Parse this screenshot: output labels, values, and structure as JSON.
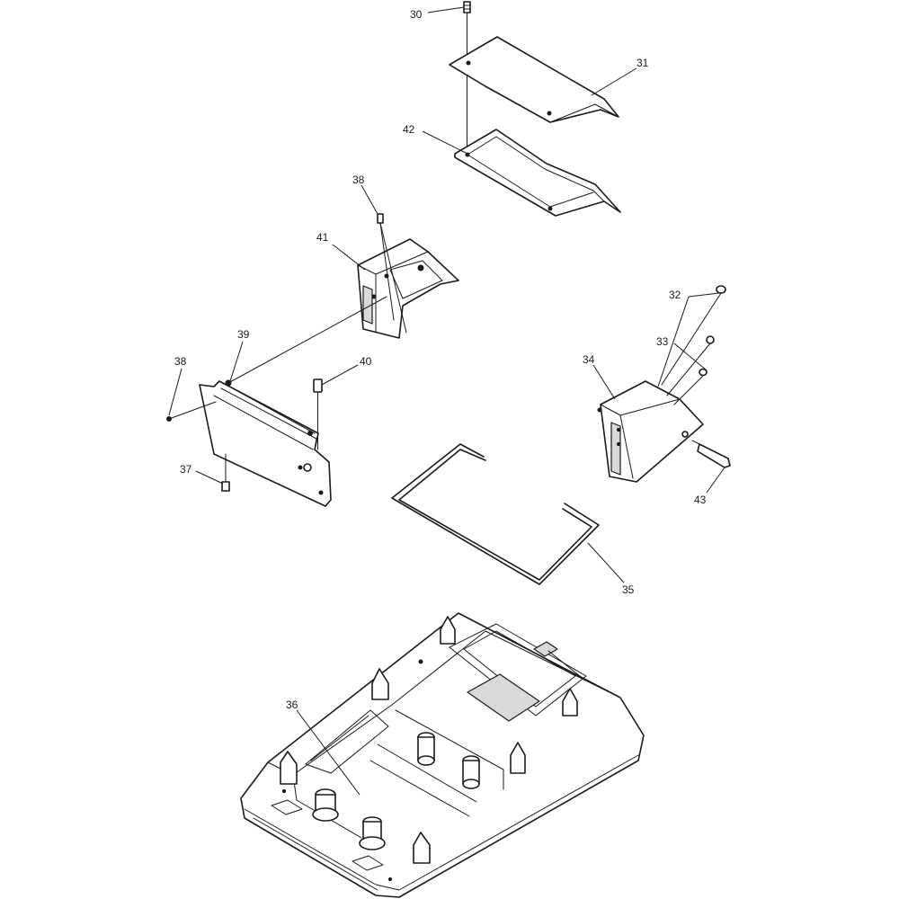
{
  "callouts": {
    "c30": "30",
    "c31": "31",
    "c42": "42",
    "c38a": "38",
    "c41": "41",
    "c32": "32",
    "c33": "33",
    "c34": "34",
    "c39": "39",
    "c38b": "38",
    "c40": "40",
    "c37": "37",
    "c43": "43",
    "c35": "35",
    "c36": "36"
  },
  "colors": {
    "line": "#1a1a1a",
    "background": "#ffffff",
    "shade": "#d9d9d9"
  }
}
